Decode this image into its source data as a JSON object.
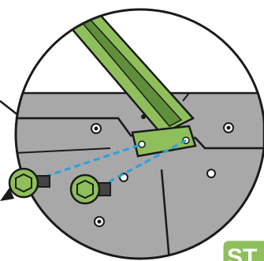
{
  "diagram": {
    "kind": "assembly-detail-callout",
    "parts": [
      "green-bracket-arm",
      "gray-panel",
      "bolt-front",
      "bolt-rear"
    ],
    "badge_text": "ST",
    "colors": {
      "bracket_green": "#8fbf5a",
      "bracket_dark": "#5f8f3a",
      "bolt_green": "#8fbf5a",
      "panel_gray": "#a8a8a8",
      "panel_dark": "#8e8e8e",
      "dash_blue": "#2aa0dc",
      "outline": "#1a1a1a",
      "badge_green": "#8fbf5a"
    },
    "icons": [
      "hex-bolt-icon",
      "hex-bolt-icon",
      "mounting-hole-icon",
      "arrow-icon"
    ]
  }
}
